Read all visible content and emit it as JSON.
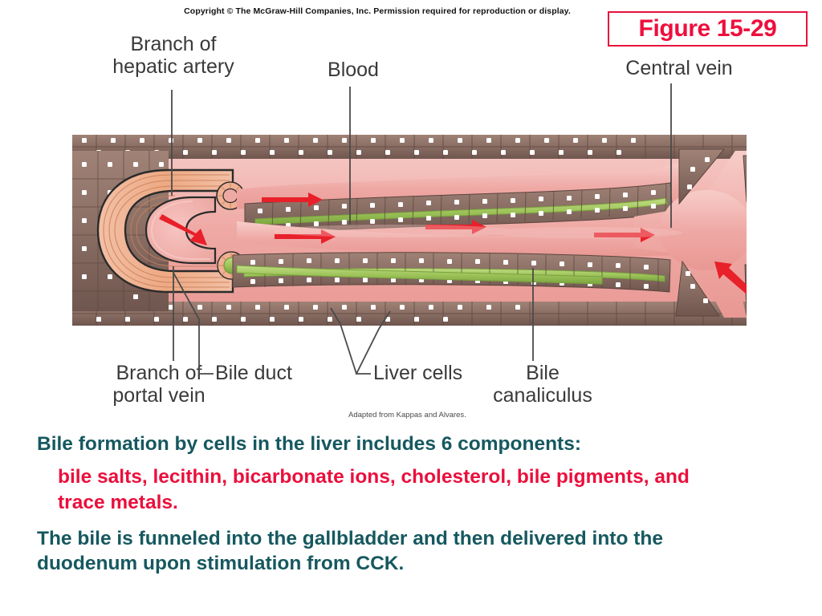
{
  "copyright": "Copyright © The McGraw-Hill Companies, Inc. Permission required for reproduction or display.",
  "figure_badge": {
    "label": "Figure 15-29",
    "border_color": "#e8123c",
    "text_color": "#ee0f3c"
  },
  "diagram": {
    "title": "Liver lobule blood and bile flow",
    "attribution": "Adapted from Kappas and Alvares.",
    "labels": {
      "hepatic_artery": "Branch of\nhepatic artery",
      "blood": "Blood",
      "central_vein": "Central vein",
      "portal_vein": "Branch of\nportal vein",
      "bile_duct": "Bile duct",
      "liver_cells": "Liver cells",
      "bile_canaliculus": "Bile\ncanaliculus"
    },
    "colors": {
      "liver_cell": "#8c7066",
      "liver_cell_light": "#a3877c",
      "nucleus": "#ffffff",
      "blood_sinusoid": "#efa9a5",
      "blood_sinusoid_light": "#f6c9c5",
      "portal_vein": "#f0a8a4",
      "hepatic_artery": "#f0b093",
      "bile_green": "#9ec45a",
      "arrow_red": "#e8202a",
      "outline": "#2b2b2b"
    }
  },
  "body": {
    "line1": "Bile formation by cells in the liver includes 6 components:",
    "line2": "bile salts, lecithin, bicarbonate ions, cholesterol, bile pigments, and trace metals.",
    "line3": "The bile is funneled into the gallbladder and then delivered into the duodenum upon stimulation from CCK.",
    "teal_color": "#16585f",
    "red_color": "#ea0f3c"
  }
}
